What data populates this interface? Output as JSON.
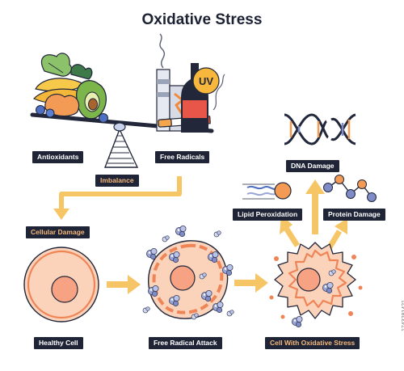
{
  "title": "Oxidative Stress",
  "labels": {
    "antioxidants": "Antioxidants",
    "free_radicals": "Free Radicals",
    "imbalance": "Imbalance",
    "cellular_damage": "Cellular Damage",
    "healthy_cell": "Healthy Cell",
    "free_radical_attack": "Free Radical Attack",
    "cell_with_oxidative_stress": "Cell With Oxidative Stress",
    "dna_damage": "DNA Damage",
    "lipid_peroxidation": "Lipid Peroxidation",
    "protein_damage": "Protein Damage"
  },
  "uv_text": "UV",
  "image_id": "1743281421",
  "icons": [
    "fruit-basket-icon",
    "factory-icon",
    "cigarette-icon",
    "bottle-icon",
    "dna-helix-icon",
    "lipid-molecule-icon",
    "protein-chain-icon",
    "healthy-cell-icon",
    "attacked-cell-icon",
    "stressed-cell-icon",
    "free-radical-icon"
  ],
  "colors": {
    "cell_fill": "#fbd3bb",
    "cell_outline": "#ef8557",
    "nucleus": "#f6a283",
    "arrow": "#f6c566",
    "radical": "#9aa6d6",
    "label_bg": "#1f2436",
    "label_accent": "#f5b97c"
  }
}
